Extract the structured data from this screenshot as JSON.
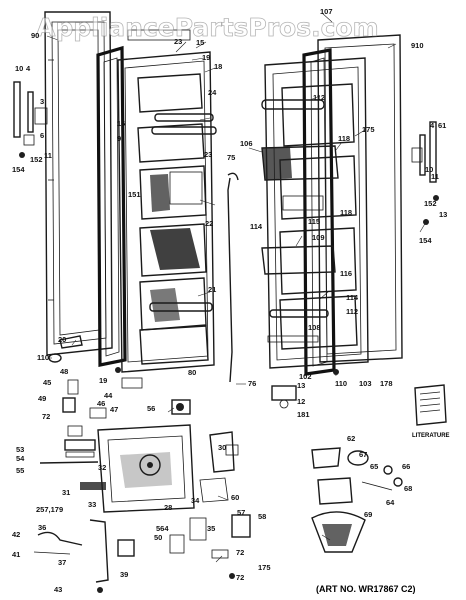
{
  "watermark": "AppliancePartsPros.com",
  "art_no": "(ART NO. WR17867 C2)",
  "literature_label": "LITERATURE",
  "callouts": [
    "107",
    "90",
    "15",
    "23",
    "19",
    "18",
    "10",
    "4",
    "3",
    "6",
    "11",
    "152",
    "154",
    "16",
    "9",
    "24",
    "23",
    "75",
    "151",
    "22",
    "21",
    "20",
    "110",
    "19",
    "48",
    "45",
    "49",
    "72",
    "44",
    "47",
    "46",
    "56",
    "80",
    "76",
    "13",
    "12",
    "181",
    "53",
    "54",
    "55",
    "32",
    "30",
    "31",
    "33",
    "257,179",
    "34",
    "60",
    "28",
    "35",
    "564",
    "50",
    "58",
    "57",
    "36",
    "42",
    "41",
    "37",
    "39",
    "43",
    "72",
    "175",
    "72",
    "910",
    "112",
    "106",
    "175",
    "118",
    "115",
    "118",
    "109",
    "114",
    "116",
    "114",
    "112",
    "108",
    "103",
    "178",
    "110",
    "102",
    "154",
    "13",
    "11",
    "152",
    "10",
    "4",
    "61",
    "62",
    "67",
    "65",
    "66",
    "64",
    "68",
    "69"
  ]
}
